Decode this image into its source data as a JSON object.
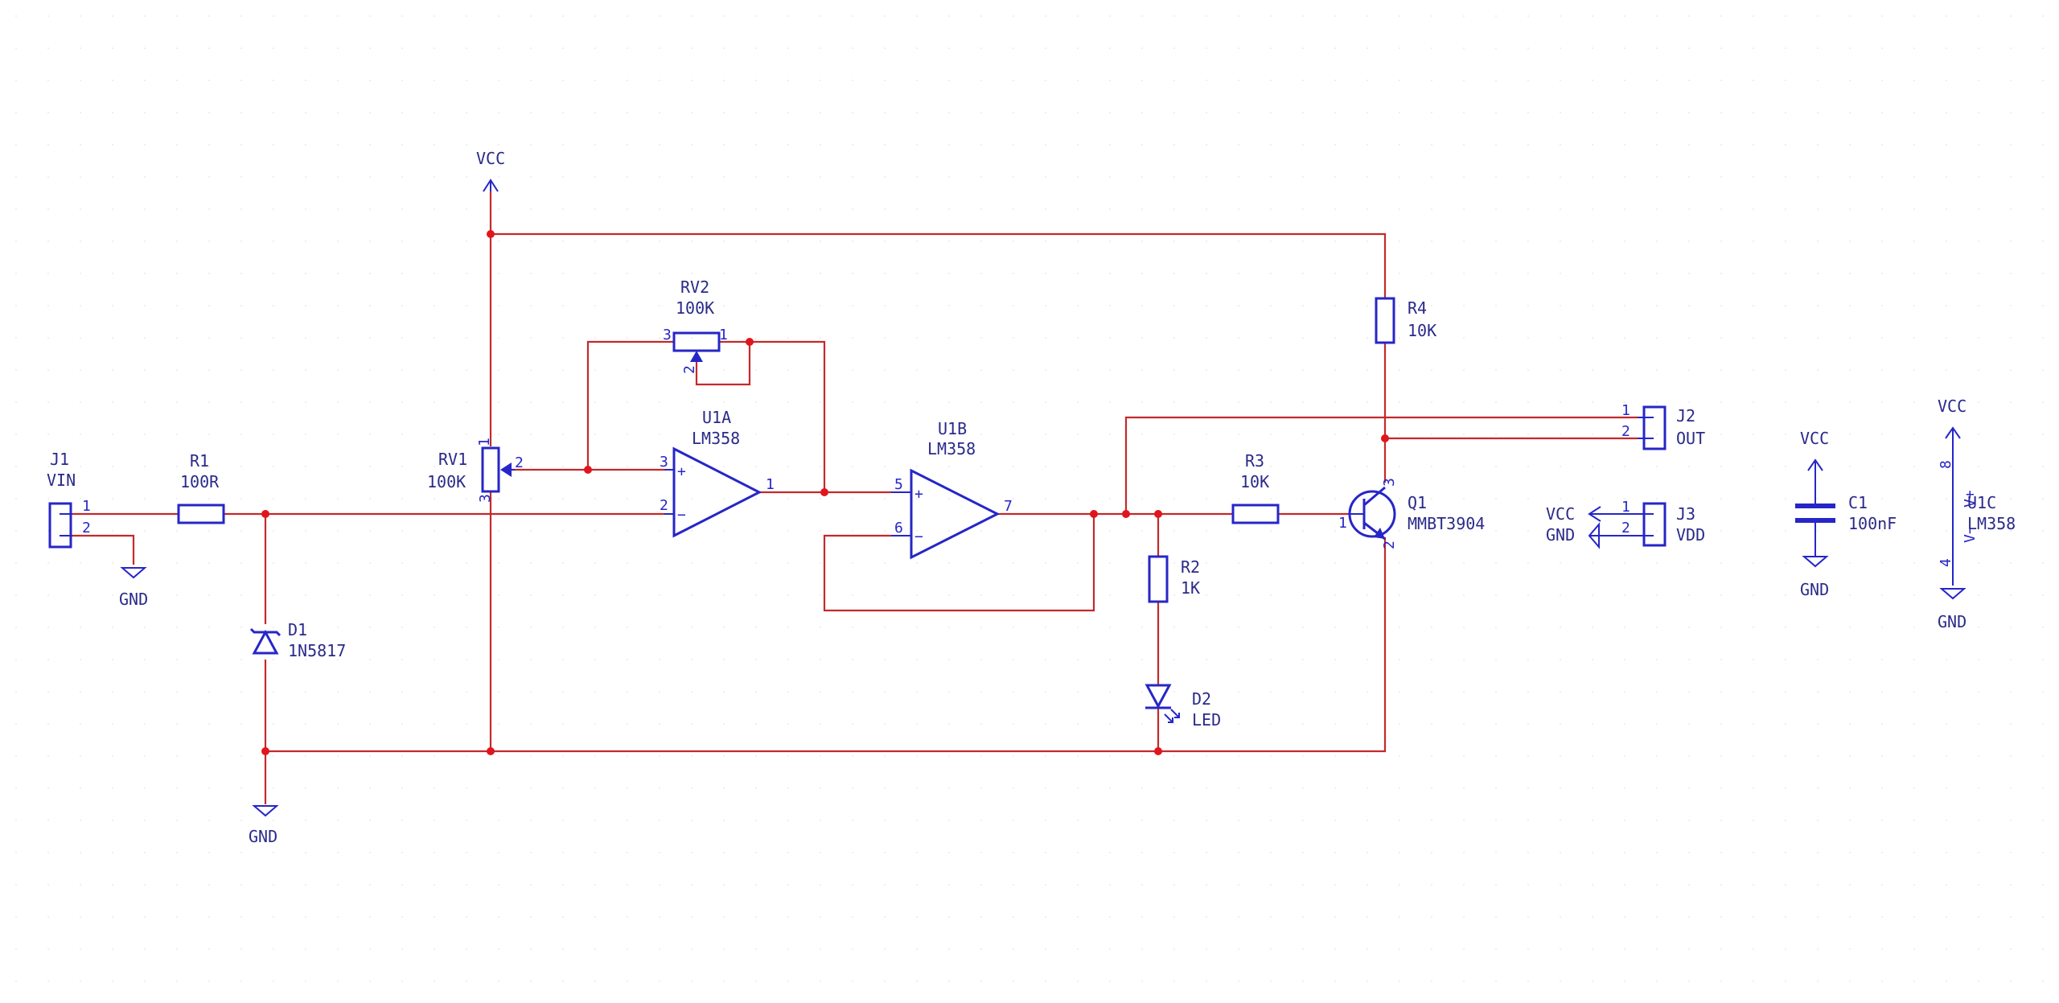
{
  "power": {
    "vcc_top": "VCC",
    "gnd_j1": "GND",
    "gnd_d1": "GND",
    "vcc_j3": "VCC",
    "gnd_j3": "GND",
    "vcc_c1": "VCC",
    "gnd_c1": "GND",
    "vcc_u1c": "VCC",
    "gnd_u1c": "GND"
  },
  "components": {
    "J1": {
      "ref": "J1",
      "value": "VIN",
      "pins": [
        "1",
        "2"
      ]
    },
    "R1": {
      "ref": "R1",
      "value": "100R"
    },
    "D1": {
      "ref": "D1",
      "value": "1N5817"
    },
    "RV1": {
      "ref": "RV1",
      "value": "100K",
      "pins": [
        "1",
        "2",
        "3"
      ]
    },
    "RV2": {
      "ref": "RV2",
      "value": "100K",
      "pins": [
        "3",
        "1",
        "2"
      ]
    },
    "U1A": {
      "ref": "U1A",
      "value": "LM358",
      "pins": [
        "3",
        "2",
        "1"
      ],
      "plus": "+",
      "minus": "−"
    },
    "U1B": {
      "ref": "U1B",
      "value": "LM358",
      "pins": [
        "5",
        "6",
        "7"
      ],
      "plus": "+",
      "minus": "−"
    },
    "R2": {
      "ref": "R2",
      "value": "1K"
    },
    "D2": {
      "ref": "D2",
      "value": "LED"
    },
    "R3": {
      "ref": "R3",
      "value": "10K"
    },
    "R4": {
      "ref": "R4",
      "value": "10K"
    },
    "Q1": {
      "ref": "Q1",
      "value": "MMBT3904",
      "pins": [
        "1",
        "2",
        "3"
      ]
    },
    "J2": {
      "ref": "J2",
      "value": "OUT",
      "pins": [
        "1",
        "2"
      ]
    },
    "J3": {
      "ref": "J3",
      "value": "VDD",
      "pins": [
        "1",
        "2"
      ]
    },
    "C1": {
      "ref": "C1",
      "value": "100nF"
    },
    "U1C": {
      "ref": "U1C",
      "value": "LM358",
      "pins": [
        "8",
        "4"
      ],
      "vplus": "V+",
      "vminus": "V−"
    }
  },
  "colors": {
    "wire": "#c4292c",
    "symbol": "#2626c8",
    "junction": "#e0161d",
    "text": "#2a2a8a"
  }
}
